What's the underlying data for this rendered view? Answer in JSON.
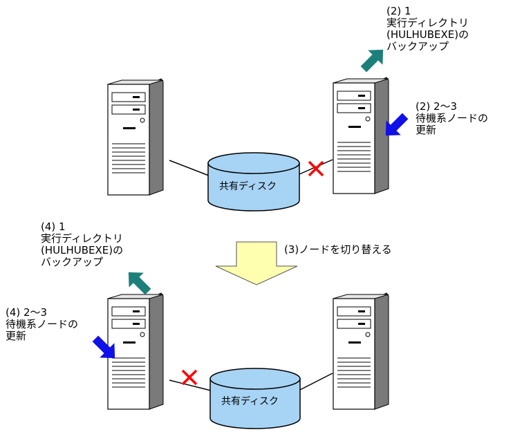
{
  "top": {
    "backup_label": [
      "(2) 1",
      "実行ディレクトリ",
      "(HULHUBEXE)の",
      "バックアップ"
    ],
    "update_label": [
      "(2) 2〜3",
      "待機系ノードの",
      "更新"
    ],
    "disk_label": "共有ディスク"
  },
  "switch_label": "(3)ノードを切り替える",
  "bottom": {
    "backup_label": [
      "(4) 1",
      "実行ディレクトリ",
      "(HULHUBEXE)の",
      "バックアップ"
    ],
    "update_label": [
      "(4) 2〜3",
      "待機系ノードの",
      "更新"
    ],
    "disk_label": "共有ディスク"
  },
  "colors": {
    "backup_arrow": "#1c7f7a",
    "update_arrow": "#1010e8",
    "switch_arrow": "#ffffb0",
    "disconnect_mark": "#ff0000",
    "disk": "#a7d3f5"
  }
}
